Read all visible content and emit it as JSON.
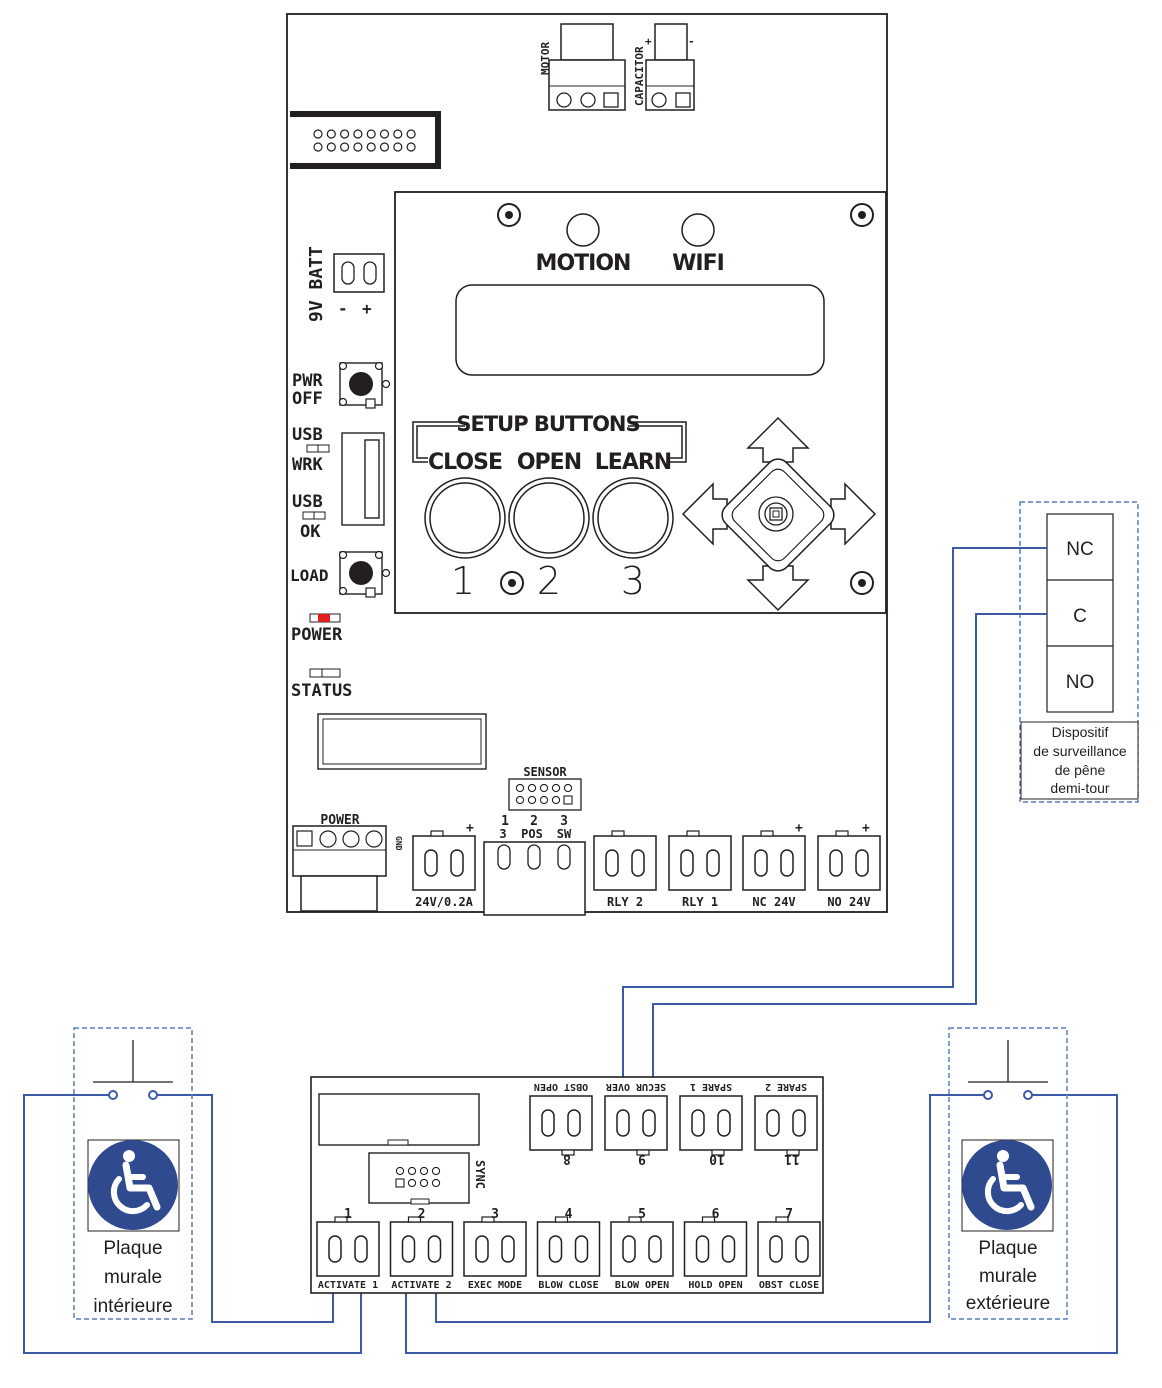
{
  "colors": {
    "wire": "#3c5aa8",
    "ink": "#231f20",
    "icon_bg": "#2f4a8f",
    "power_led": "#e02020",
    "dash": "#5d7fc0"
  },
  "main_board": {
    "connectors_top": {
      "motor": "MOTOR",
      "capacitor": "CAPACITOR",
      "cap_plus": "+",
      "cap_minus": "-"
    },
    "battery": {
      "label": "9V BATT",
      "minus": "-",
      "plus": "+"
    },
    "pwr_off": {
      "line1": "PWR",
      "line2": "OFF"
    },
    "usb_wrk": {
      "line1": "USB",
      "line2": "WRK"
    },
    "usb_ok": {
      "line1": "USB",
      "line2": "OK"
    },
    "load": "LOAD",
    "power_led": "POWER",
    "status_led": "STATUS",
    "display": {
      "motion": "MOTION",
      "wifi": "WIFI",
      "setup": "SETUP BUTTONS",
      "close": "CLOSE",
      "open": "OPEN",
      "learn": "LEARN",
      "n1": "1",
      "n2": "2",
      "n3": "3"
    },
    "sensor": {
      "title": "SENSOR",
      "p1": "1",
      "p2": "2",
      "p3": "3",
      "l1": "3",
      "l2": "POS",
      "l3": "SW"
    },
    "power_conn": {
      "title": "POWER",
      "gnd": "GND"
    },
    "terminals": {
      "t24": "24V/0.2A",
      "rly2": "RLY 2",
      "rly1": "RLY 1",
      "nc24": "NC 24V",
      "no24": "NO 24V",
      "plus": "+"
    }
  },
  "relay_device": {
    "nc": "NC",
    "c": "C",
    "no": "NO",
    "caption": [
      "Dispositif",
      "de surveillance",
      "de pêne",
      "demi-tour"
    ]
  },
  "wall_plate_left": {
    "caption": [
      "Plaque",
      "murale",
      "intérieure"
    ]
  },
  "wall_plate_right": {
    "caption": [
      "Plaque",
      "murale",
      "extérieure"
    ]
  },
  "io_board": {
    "sync": "SYNC",
    "bottom": [
      {
        "num": "1",
        "label": "ACTIVATE 1"
      },
      {
        "num": "2",
        "label": "ACTIVATE 2"
      },
      {
        "num": "3",
        "label": "EXEC MODE"
      },
      {
        "num": "4",
        "label": "BLOW CLOSE"
      },
      {
        "num": "5",
        "label": "BLOW OPEN"
      },
      {
        "num": "6",
        "label": "HOLD OPEN"
      },
      {
        "num": "7",
        "label": "OBST CLOSE"
      }
    ],
    "top": [
      {
        "num": "8",
        "label": "OBST OPEN"
      },
      {
        "num": "9",
        "label": "SECUR OVER"
      },
      {
        "num": "10",
        "label": "SPARE 1"
      },
      {
        "num": "11",
        "label": "SPARE 2"
      }
    ]
  }
}
